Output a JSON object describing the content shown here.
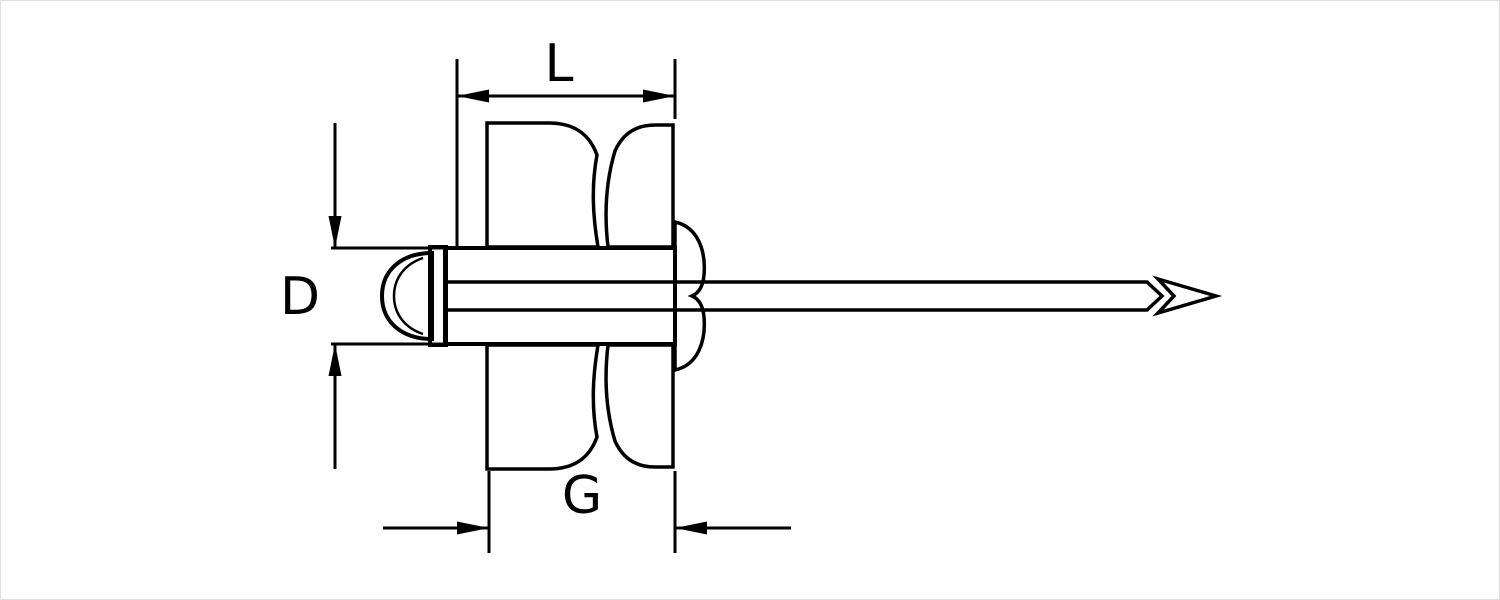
{
  "diagram": {
    "labels": {
      "length": "L",
      "diameter": "D",
      "grip": "G"
    },
    "colors": {
      "background": "#ffffff",
      "line": "#000000",
      "plate_fill": "#9c9c9c",
      "rivet_fill": "#e3e3e3",
      "washer_fill": "#f5f5f5",
      "mandrel_fill": "#ffffff"
    }
  }
}
